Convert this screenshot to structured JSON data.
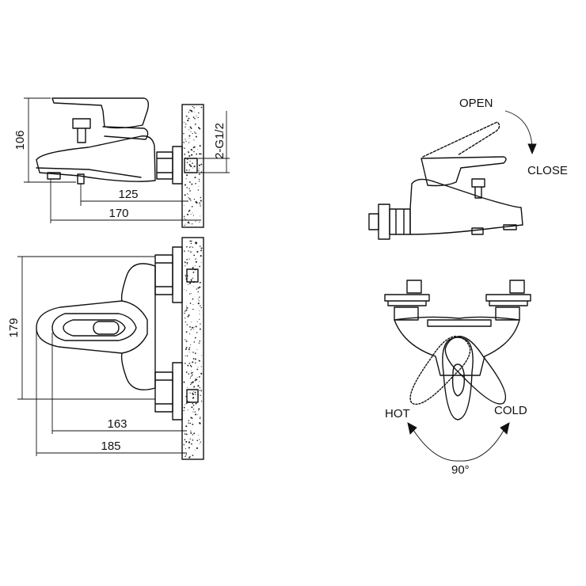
{
  "dimensions": {
    "side_height": "106",
    "side_spout": "125",
    "side_total": "170",
    "thread": "2-G1/2",
    "top_width": "179",
    "top_inner": "163",
    "top_total": "185"
  },
  "labels": {
    "open": "OPEN",
    "close": "CLOSE",
    "hot": "HOT",
    "cold": "COLD",
    "angle": "90°"
  }
}
